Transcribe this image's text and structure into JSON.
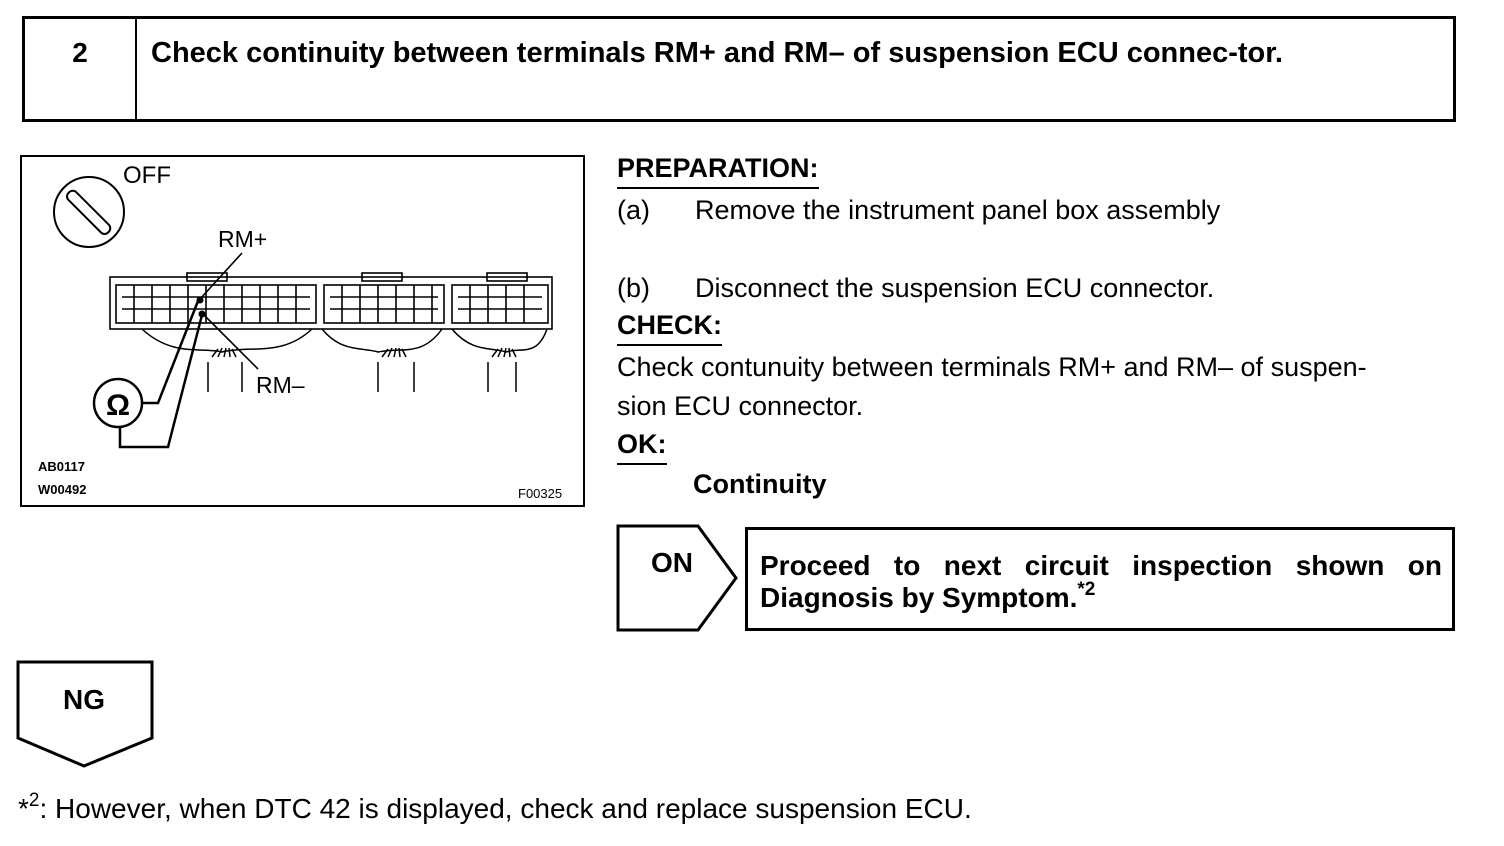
{
  "step": {
    "number": "2",
    "title": "Check continuity between terminals RM+ and RM– of suspension ECU connec-tor."
  },
  "figure": {
    "off_label": "OFF",
    "rm_plus_label": "RM+",
    "rm_minus_label": "RM–",
    "ohm_symbol": "Ω",
    "code_1": "AB0117",
    "code_2": "W00492",
    "code_3": "F00325"
  },
  "preparation": {
    "heading": "PREPARATION:",
    "items": [
      {
        "tag": "(a)",
        "text": "Remove the instrument panel box assembly"
      },
      {
        "tag": "(b)",
        "text": "Disconnect the suspension ECU connector."
      }
    ]
  },
  "check": {
    "heading": "CHECK:",
    "line1": "Check contunuity between terminals RM+ and RM– of suspen-",
    "line2": "sion ECU connector."
  },
  "ok": {
    "heading": "OK:",
    "value": "Continuity"
  },
  "result_on": {
    "label": "ON",
    "line1": "Proceed to next circuit inspection shown on",
    "line2": "Diagnosis by Symptom.",
    "note_ref": "*2"
  },
  "result_ng": {
    "label": "NG"
  },
  "footnote": {
    "marker": "*",
    "number": "2",
    "text": ": However, when DTC 42 is displayed, check and replace suspension ECU."
  }
}
